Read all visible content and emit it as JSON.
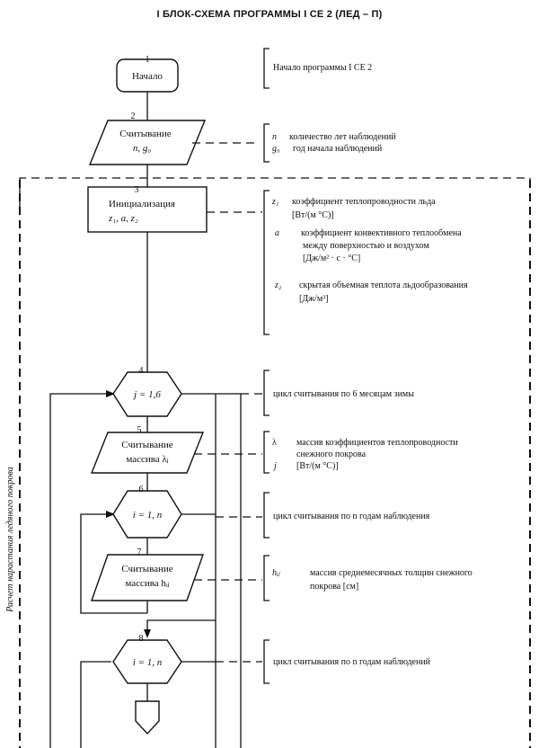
{
  "title": "I БЛОК-СХЕМА ПРОГРАММЫ I СЕ 2 (ЛЕД – П)",
  "side_label": "Расчет нарастания ледяного покрова",
  "blocks": [
    {
      "id": "1",
      "type": "terminal",
      "lines": [
        "Начало"
      ]
    },
    {
      "id": "2",
      "type": "input",
      "lines": [
        "Считывание",
        "n,  g₀"
      ]
    },
    {
      "id": "3",
      "type": "process",
      "lines": [
        "Инициализация",
        "z₁, a, z₂"
      ]
    },
    {
      "id": "4",
      "type": "loop",
      "lines": [
        "j  = 1,6"
      ]
    },
    {
      "id": "5",
      "type": "input",
      "lines": [
        "Считывание",
        "массива λⱼ"
      ]
    },
    {
      "id": "6",
      "type": "loop",
      "lines": [
        "i  = 1, n"
      ]
    },
    {
      "id": "7",
      "type": "input",
      "lines": [
        "Считывание",
        "массива hᵢⱼ"
      ]
    },
    {
      "id": "8",
      "type": "loop",
      "lines": [
        "i  = 1, n"
      ]
    }
  ],
  "annotations": {
    "a1": {
      "lines": [
        "Начало программы I  СЕ 2"
      ]
    },
    "a2": {
      "items": [
        {
          "sym": "n",
          "text": "количество лет наблюдений"
        },
        {
          "sym": "g₀",
          "text": "год начала наблюдений"
        }
      ]
    },
    "a3": {
      "items": [
        {
          "sym": "z₁",
          "text": "коэффициент теплопроводности льда",
          "unit": "[Вт/(м °С)]"
        },
        {
          "sym": "a",
          "text": "коэффициент конвективного теплообмена",
          "text2": "между поверхностью и воздухом",
          "unit": "[Дж/м² · с · °С]"
        },
        {
          "sym": "z₂",
          "text": "скрытая объемная теплота льдообразования",
          "unit": "[Дж/м³]"
        }
      ]
    },
    "a4": {
      "lines": [
        "цикл считывания по 6 месяцам зимы"
      ]
    },
    "a5": {
      "items": [
        {
          "sym": "λ",
          "text": "массив коэффициентов теплопроводности",
          "text2": "снежного покрова"
        },
        {
          "sym": "j",
          "text": "[Вт/(м °С)]"
        }
      ]
    },
    "a6": {
      "lines": [
        "цикл считывания по n годам наблюдения"
      ]
    },
    "a7": {
      "items": [
        {
          "sym": "hᵢⱼ",
          "text": "массив среднемесячных толщин снежного",
          "text2": "покрова  [см]"
        }
      ]
    },
    "a8": {
      "lines": [
        "цикл считывания по n годам наблюдений"
      ]
    }
  }
}
